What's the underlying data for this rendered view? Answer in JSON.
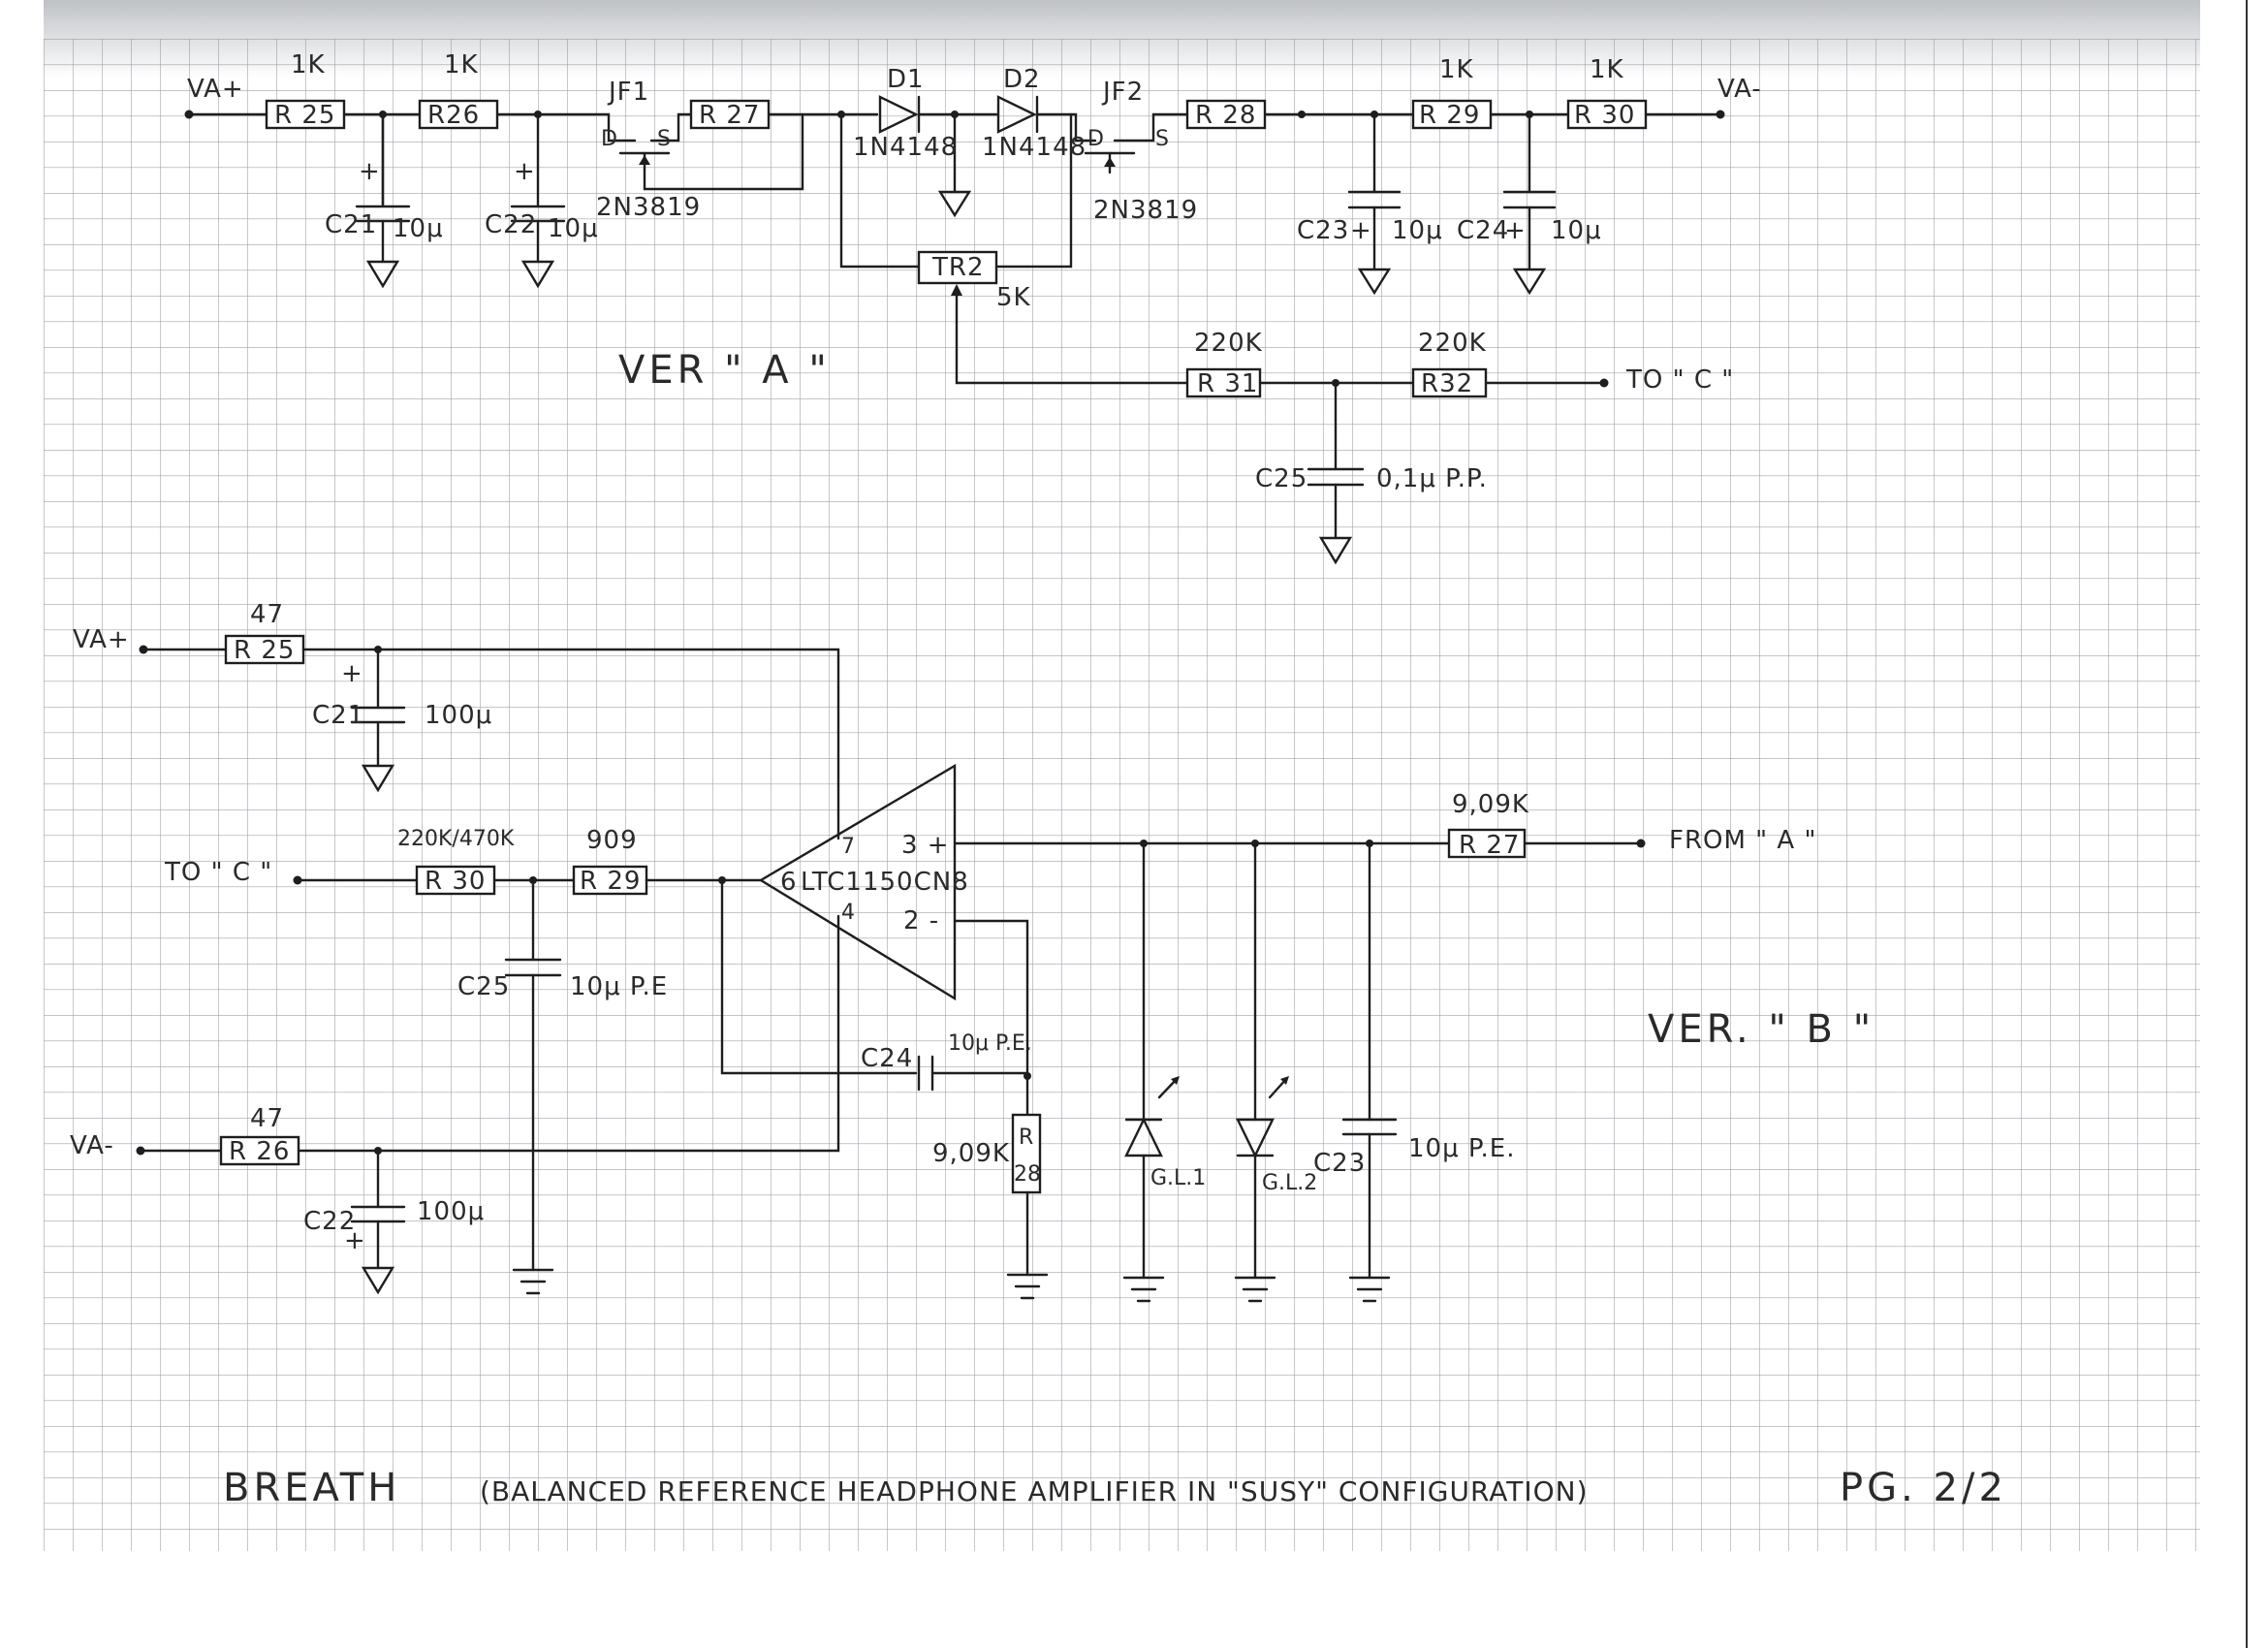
{
  "sheet": {
    "title": "BREATH",
    "subtitle": "(BALANCED REFERENCE HEADPHONE AMPLIFIER IN \"SUSY\" CONFIGURATION)",
    "page": "PG. 2/2",
    "colors": {
      "ink": "#1e1e1e",
      "grid": "#9ea4ad",
      "paper": "#ffffff"
    }
  },
  "versionA": {
    "label": "VER \" A \"",
    "rail_pos": "VA+",
    "rail_neg": "VA-",
    "r25": {
      "ref": "R 25",
      "value": "1K"
    },
    "r26": {
      "ref": "R26",
      "value": "1K"
    },
    "r27": {
      "ref": "R 27"
    },
    "r28": {
      "ref": "R 28"
    },
    "r29": {
      "ref": "R 29",
      "value": "1K"
    },
    "r30": {
      "ref": "R 30",
      "value": "1K"
    },
    "c21": {
      "ref": "C21",
      "value": "10μ"
    },
    "c22": {
      "ref": "C22",
      "value": "10μ"
    },
    "c23": {
      "ref": "C23",
      "value": "10μ"
    },
    "c24": {
      "ref": "C24",
      "value": "10μ"
    },
    "jf1": {
      "ref": "JF1",
      "part": "2N3819"
    },
    "jf2": {
      "ref": "JF2",
      "part": "2N3819"
    },
    "d1": {
      "ref": "D1",
      "part": "1N4148"
    },
    "d2": {
      "ref": "D2",
      "part": "1N4148"
    },
    "tr2": {
      "ref": "TR2",
      "value": "5K"
    },
    "r31": {
      "ref": "R 31",
      "value": "220K"
    },
    "r32": {
      "ref": "R32",
      "value": "220K"
    },
    "c25": {
      "ref": "C25",
      "value": "0,1μ P.P."
    },
    "to_c": "TO \" C \"",
    "plus": "+",
    "pin_d": "D",
    "pin_s": "S"
  },
  "versionB": {
    "label": "VER. \" B \"",
    "rail_pos": "VA+",
    "rail_neg": "VA-",
    "r25": {
      "ref": "R 25",
      "value": "47"
    },
    "r26": {
      "ref": "R 26",
      "value": "47"
    },
    "c21": {
      "ref": "C21",
      "value": "100μ"
    },
    "c22": {
      "ref": "C22",
      "value": "100μ"
    },
    "to_c": "TO \" C \"",
    "r30": {
      "ref": "R 30",
      "value": "220K/470K"
    },
    "r29": {
      "ref": "R 29",
      "value": "909"
    },
    "c25": {
      "ref": "C25",
      "value": "10μ P.E"
    },
    "opamp": {
      "part": "LTC1150CN8",
      "pin7": "7",
      "pin4": "4",
      "pin6": "6",
      "pin3": "3 +",
      "pin2": "2 -"
    },
    "c24": {
      "ref": "C24",
      "value": "10μ P.E."
    },
    "r28": {
      "ref1": "R",
      "ref2": "28",
      "value": "9,09K"
    },
    "r27": {
      "ref": "R 27",
      "value": "9,09K"
    },
    "from_a": "FROM \" A \"",
    "gl1": "G.L.1",
    "gl2": "G.L.2",
    "c23": {
      "ref": "C23",
      "value": "10μ P.E."
    },
    "plus": "+"
  }
}
